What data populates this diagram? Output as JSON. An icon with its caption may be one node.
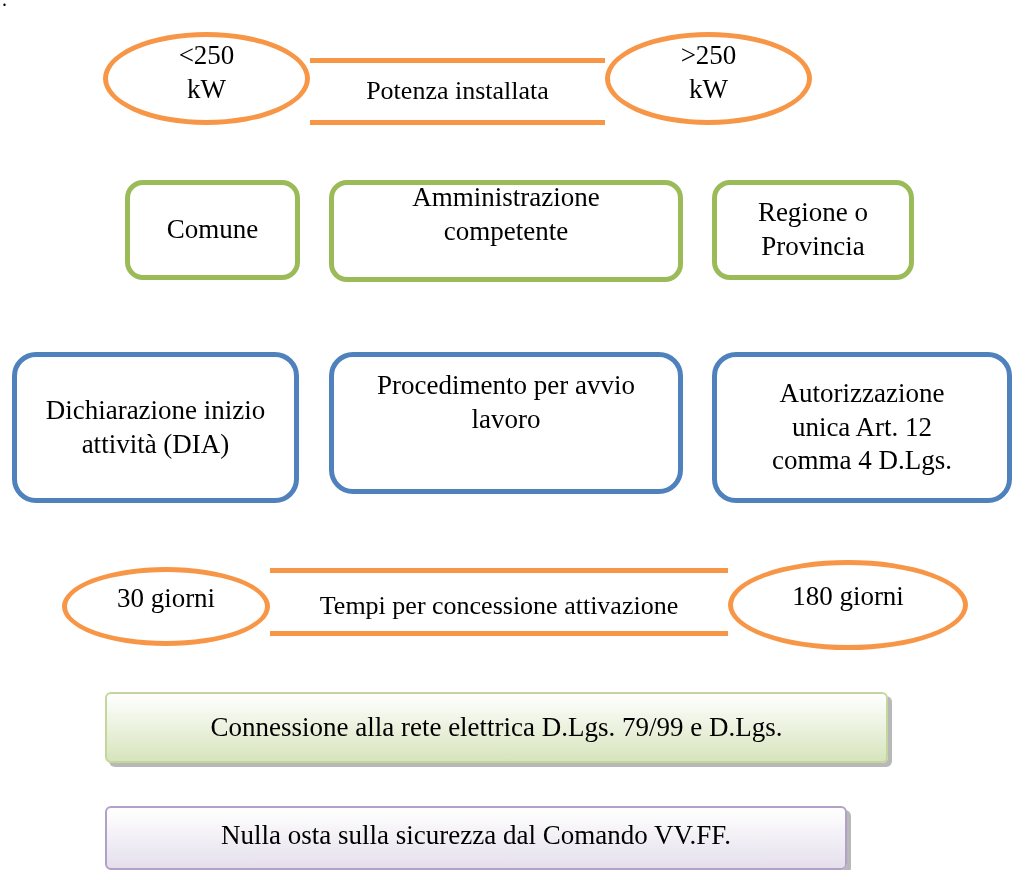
{
  "diagram": {
    "nodes": [
      {
        "text": [
          "<250 kW"
        ]
      },
      {
        "text": [
          "Potenza installata"
        ]
      },
      {
        "text": [
          ">250 kW"
        ]
      },
      {
        "text": [
          "Comune"
        ]
      },
      {
        "text": [
          "Amministrazione competente"
        ]
      },
      {
        "text": [
          "Regione o Provincia"
        ]
      },
      {
        "text": [
          "Dichiarazione inizio attività (DIA)"
        ]
      },
      {
        "text": [
          "Procedimento per avvio lavoro"
        ]
      },
      {
        "text": [
          "Autorizzazione unica Art. 12 comma 4 D.Lgs."
        ]
      },
      {
        "text": [
          "30 giorni"
        ]
      },
      {
        "text": [
          "Tempi per concessione attivazione"
        ]
      },
      {
        "text": [
          "180 giorni"
        ]
      },
      {
        "text": [
          "Connessione alla rete elettrica D.Lgs. 79/99 e D.Lgs."
        ]
      },
      {
        "text": [
          "Nulla osta sulla sicurezza dal Comando VV.FF."
        ]
      }
    ],
    "labels": [
      "."
    ]
  }
}
